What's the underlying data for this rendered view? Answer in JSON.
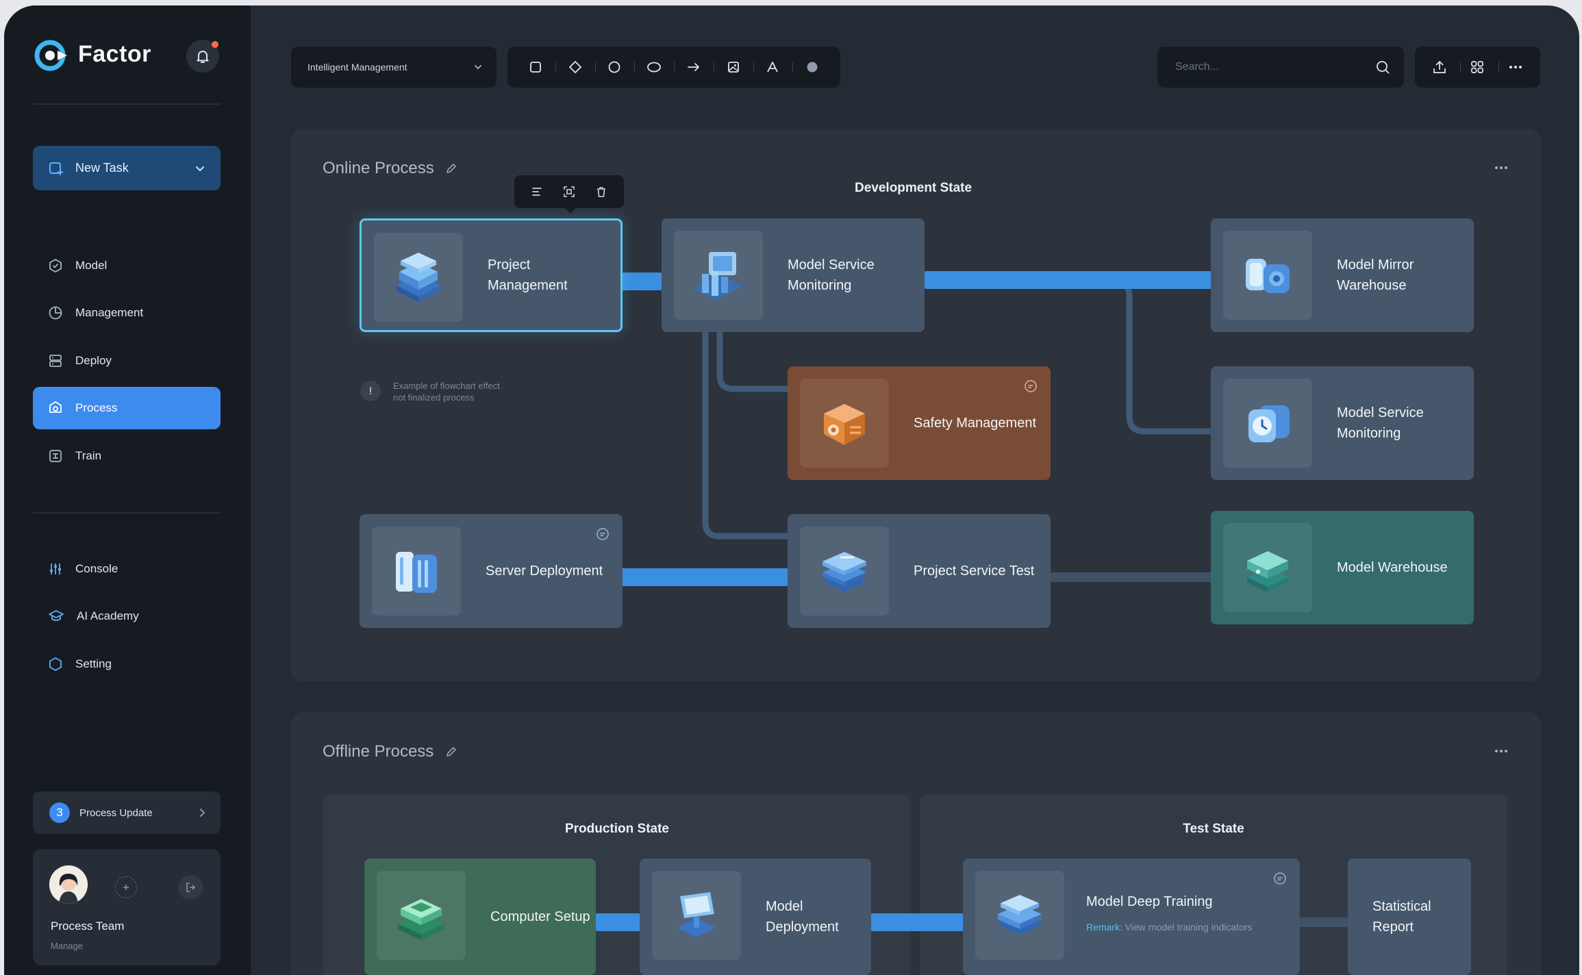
{
  "brand": {
    "name": "Factor"
  },
  "sidebar": {
    "new_task": "New Task",
    "items": [
      {
        "label": "Model",
        "icon": "hexagon-check-icon"
      },
      {
        "label": "Management",
        "icon": "clock-chart-icon"
      },
      {
        "label": "Deploy",
        "icon": "server-icon"
      },
      {
        "label": "Process",
        "icon": "process-icon",
        "active": true
      },
      {
        "label": "Train",
        "icon": "train-icon"
      }
    ],
    "secondary": [
      {
        "label": "Console",
        "icon": "sliders-icon"
      },
      {
        "label": "AI Academy",
        "icon": "graduation-cap-icon"
      },
      {
        "label": "Setting",
        "icon": "hexagon-icon"
      }
    ],
    "update": {
      "count": "3",
      "label": "Process Update"
    },
    "team": {
      "name": "Process Team",
      "sub": "Manage"
    }
  },
  "topbar": {
    "dropdown": "Intelligent Management",
    "tools": [
      "square-icon",
      "diamond-icon",
      "circle-icon",
      "ellipse-icon",
      "arrow-right-icon",
      "image-icon",
      "text-icon",
      "color-dot-icon"
    ],
    "search_placeholder": "Search..."
  },
  "online": {
    "title": "Online Process",
    "state": "Development State",
    "hint_line1": "Example of flowchart effect",
    "hint_line2": "not finalized process",
    "nodes": {
      "project_management": "Project Management",
      "model_service_monitoring": "Model Service Monitoring",
      "model_mirror_warehouse": "Model Mirror Warehouse",
      "safety_management": "Safety Management",
      "model_service_monitoring_2": "Model Service Monitoring",
      "server_deployment": "Server Deployment",
      "project_service_test": "Project Service Test",
      "model_warehouse": "Model Warehouse"
    }
  },
  "offline": {
    "title": "Offline Process",
    "production_state": "Production State",
    "test_state": "Test State",
    "nodes": {
      "computer_setup": "Computer Setup",
      "model_deployment": "Model Deployment",
      "model_deep_training": "Model Deep Training",
      "remark_label": "Remark:",
      "remark_text": "View model training indicators",
      "statistical_report": "Statistical Report"
    }
  },
  "colors": {
    "accent": "#3e8bf0",
    "sidebar": "#161b21",
    "canvas": "#252b34",
    "selection": "#5cc8f3"
  }
}
